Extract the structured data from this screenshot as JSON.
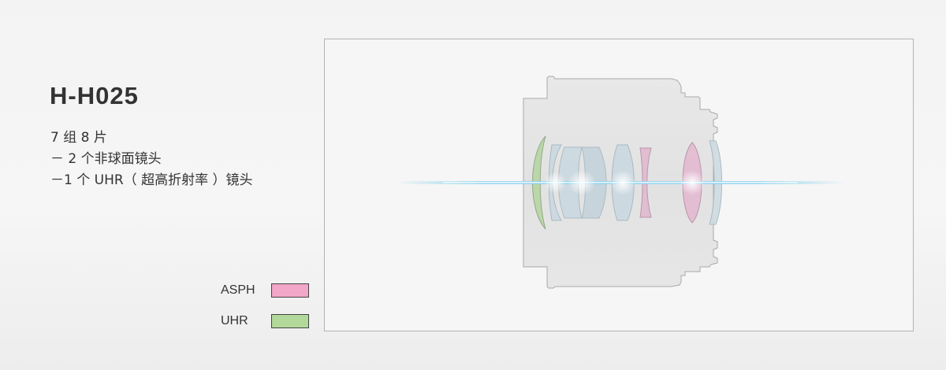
{
  "product": {
    "model": "H-H025",
    "specs": [
      "7 组 8 片",
      "－ 2 个非球面镜头",
      "－1 个 UHR（ 超高折射率 ）镜头"
    ]
  },
  "legend": [
    {
      "label": "ASPH",
      "color": "#f2a6c8"
    },
    {
      "label": "UHR",
      "color": "#b2d99a"
    }
  ],
  "diagram": {
    "barrel_color": "#e4e4e4",
    "optical_axis_color": "#8fd2ee",
    "elements": [
      {
        "name": "front-uhr-element",
        "type": "UHR",
        "color": "#b9d7a6"
      },
      {
        "name": "element-2",
        "type": "normal",
        "color": "#cbd9e0"
      },
      {
        "name": "element-3",
        "type": "normal",
        "color": "#cbd9e0"
      },
      {
        "name": "element-4",
        "type": "normal",
        "color": "#cbd9e0"
      },
      {
        "name": "element-5",
        "type": "normal",
        "color": "#cbd9e0"
      },
      {
        "name": "element-6-aspherical",
        "type": "ASPH",
        "color": "#e0bcd0"
      },
      {
        "name": "element-7-aspherical",
        "type": "ASPH",
        "color": "#e4bcd2"
      },
      {
        "name": "element-8",
        "type": "normal",
        "color": "#d0dce2"
      }
    ]
  }
}
